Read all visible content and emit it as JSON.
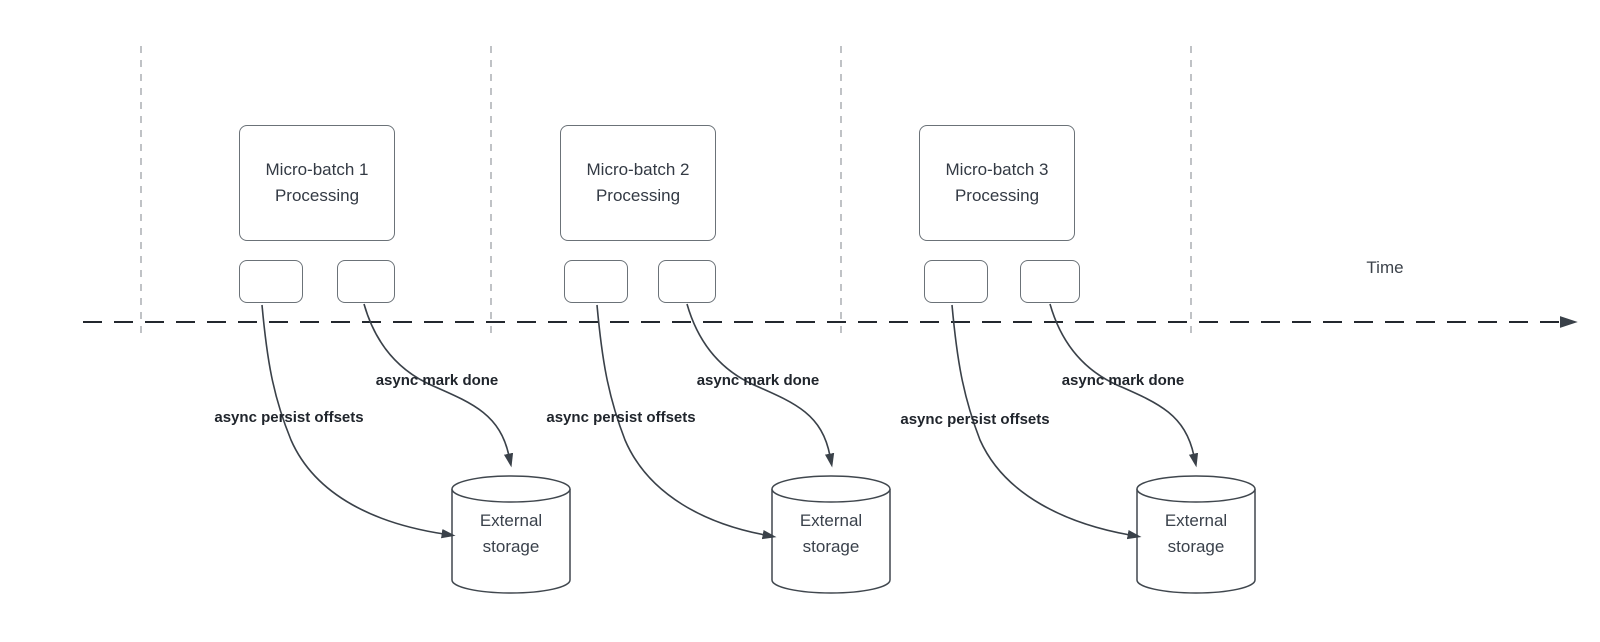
{
  "time_axis": {
    "label": "Time"
  },
  "groups": [
    {
      "box_label": "Micro-batch 1 Processing",
      "persist_arrow_label": "async persist offsets",
      "mark_done_arrow_label": "async mark done",
      "storage_label": "External storage"
    },
    {
      "box_label": "Micro-batch 2 Processing",
      "persist_arrow_label": "async persist offsets",
      "mark_done_arrow_label": "async mark done",
      "storage_label": "External storage"
    },
    {
      "box_label": "Micro-batch 3 Processing",
      "persist_arrow_label": "async persist offsets",
      "mark_done_arrow_label": "async mark done",
      "storage_label": "External storage"
    }
  ],
  "colors": {
    "arrow_stroke": "#3a4149",
    "guide_line": "#b0b4b8",
    "timeline": "#23282e",
    "label_text": "#20252c",
    "box_text": "#333a44"
  }
}
